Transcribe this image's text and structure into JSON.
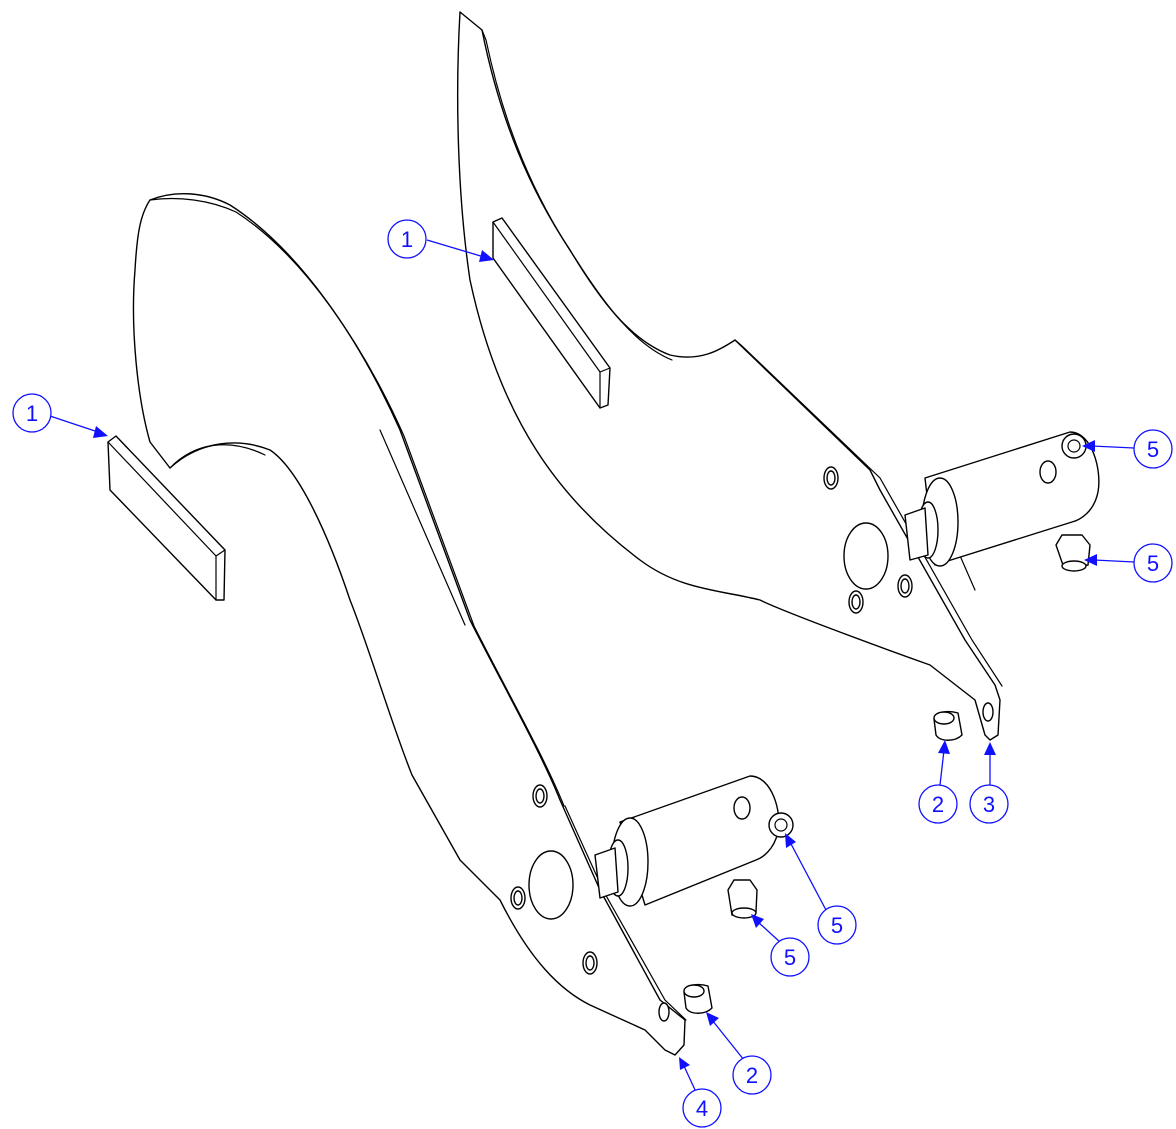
{
  "colors": {
    "callout": "#1010ff",
    "linework": "#000000",
    "background": "#ffffff"
  },
  "callouts": [
    {
      "id": "c1a",
      "label": "1"
    },
    {
      "id": "c1b",
      "label": "1"
    },
    {
      "id": "c5a",
      "label": "5"
    },
    {
      "id": "c5b",
      "label": "5"
    },
    {
      "id": "c2a",
      "label": "2"
    },
    {
      "id": "c3",
      "label": "3"
    },
    {
      "id": "c5c",
      "label": "5"
    },
    {
      "id": "c5d",
      "label": "5"
    },
    {
      "id": "c2b",
      "label": "2"
    },
    {
      "id": "c4",
      "label": "4"
    }
  ]
}
